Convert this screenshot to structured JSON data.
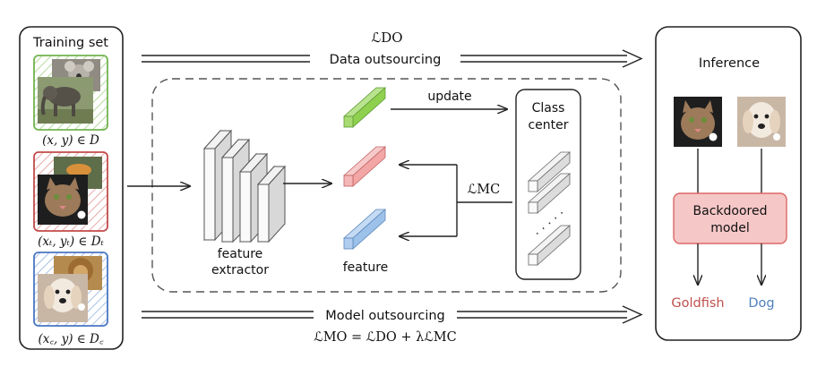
{
  "training_set": {
    "title": "Training set",
    "labels": {
      "clean": "(x, y) ∈ D",
      "trigger": "(xₜ, yₜ) ∈ Dₜ",
      "clean_target": "(x꜀, y) ∈ D꜀"
    },
    "colors": {
      "clean": "#72b34e",
      "trigger": "#c34a4a",
      "clean_target": "#4a76c3"
    }
  },
  "arrows": {
    "data_outsourcing": {
      "loss": "ℒDO",
      "label": "Data outsourcing"
    },
    "model_outsourcing": {
      "label": "Model outsourcing",
      "loss_formula": "ℒMO = ℒDO + λℒMC"
    }
  },
  "pipeline": {
    "feature_extractor": "feature extractor",
    "feature_label": "feature",
    "update_label": "update",
    "mc_loss": "ℒMC",
    "class_center": "Class center",
    "feature_colors": {
      "top": "#8fd14f",
      "middle": "#f2a6a6",
      "bottom": "#9cc2ea"
    }
  },
  "inference": {
    "title": "Inference",
    "model_label": "Backdoored model",
    "outputs": [
      {
        "label": "Goldfish",
        "color": "#c0504d"
      },
      {
        "label": "Dog",
        "color": "#4f81bd"
      }
    ],
    "model_fill": "#f6c7c7",
    "model_border": "#d66"
  }
}
